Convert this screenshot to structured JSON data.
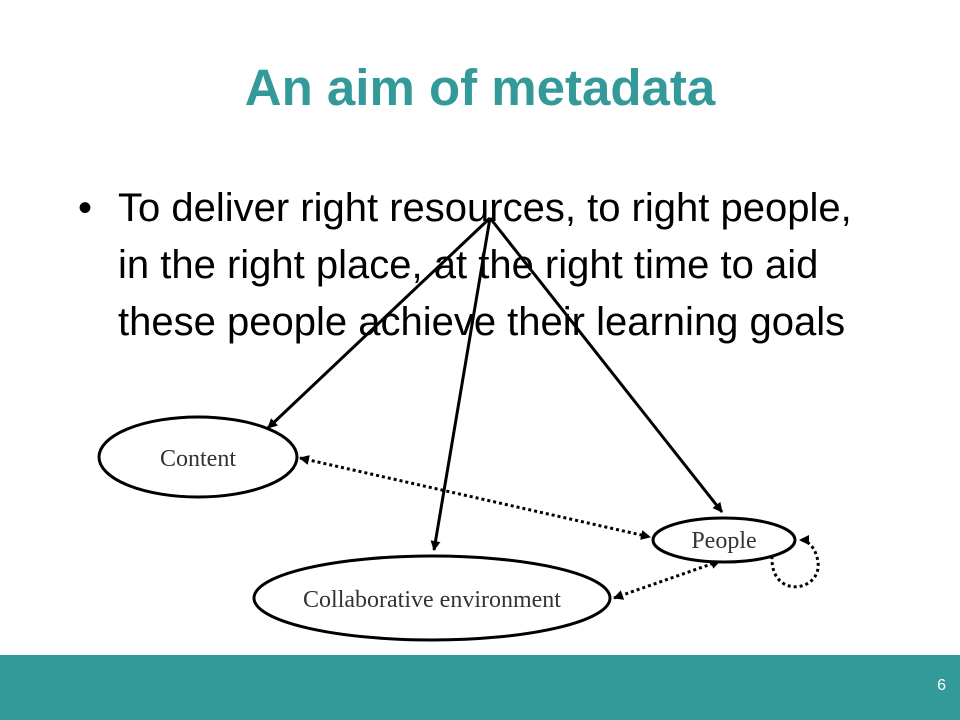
{
  "slide": {
    "title": "An aim of metadata",
    "bullet_symbol": "•",
    "bullet_text": "To deliver right resources, to right people, in the right place, at the right time to aid these people achieve their learning goals"
  },
  "diagram": {
    "nodes": {
      "content": "Content",
      "people": "People",
      "collaborative": "Collaborative environment"
    }
  },
  "footer": {
    "page_number": "6",
    "bar_color": "#339999"
  },
  "colors": {
    "title": "#339999",
    "text": "#000000",
    "node_label": "#333333"
  }
}
